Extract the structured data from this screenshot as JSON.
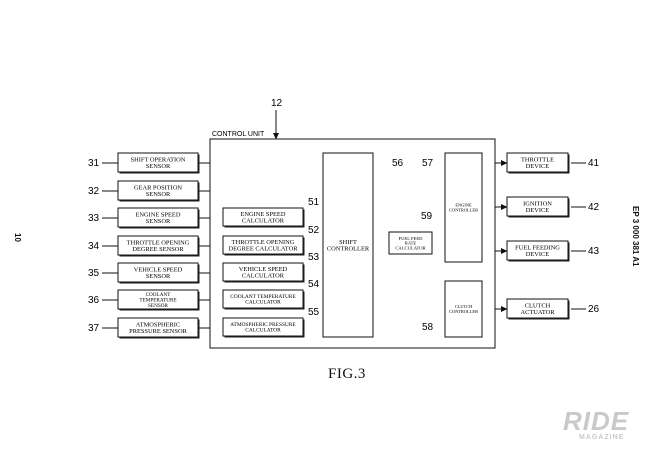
{
  "control_unit": {
    "ref": "12",
    "label": "CONTROL UNIT"
  },
  "sensors": [
    {
      "ref": "31",
      "lines": [
        "SHIFT OPERATION",
        "SENSOR"
      ]
    },
    {
      "ref": "32",
      "lines": [
        "GEAR POSITION",
        "SENSOR"
      ]
    },
    {
      "ref": "33",
      "lines": [
        "ENGINE SPEED",
        "SENSOR"
      ]
    },
    {
      "ref": "34",
      "lines": [
        "THROTTLE OPENING",
        "DEGREE SENSOR"
      ]
    },
    {
      "ref": "35",
      "lines": [
        "VEHICLE SPEED",
        "SENSOR"
      ]
    },
    {
      "ref": "36",
      "lines": [
        "COOLANT",
        "TEMPERATURE",
        "SENSOR"
      ]
    },
    {
      "ref": "37",
      "lines": [
        "ATMOSPHERIC",
        "PRESSURE SENSOR"
      ]
    }
  ],
  "calculators": [
    {
      "ref": "51",
      "lines": [
        "ENGINE SPEED",
        "CALCULATOR"
      ]
    },
    {
      "ref": "52",
      "lines": [
        "THROTTLE OPENING",
        "DEGREE CALCULATOR"
      ]
    },
    {
      "ref": "53",
      "lines": [
        "VEHICLE SPEED",
        "CALCULATOR"
      ]
    },
    {
      "ref": "54",
      "lines": [
        "COOLANT TEMPERATURE",
        "CALCULATOR"
      ]
    },
    {
      "ref": "55",
      "lines": [
        "ATMOSPHERIC PRESSURE",
        "CALCULATOR"
      ]
    }
  ],
  "shift_controller": {
    "ref": "56",
    "lines": [
      "SHIFT",
      "CONTROLLER"
    ]
  },
  "engine_controller": {
    "ref": "57",
    "lines": [
      "ENGINE",
      "CONTROLLER"
    ]
  },
  "fuel_calculator": {
    "ref": "59",
    "lines": [
      "FUEL FEED",
      "RATE",
      "CALCULATOR"
    ]
  },
  "clutch_controller": {
    "ref": "58",
    "lines": [
      "CLUTCH",
      "CONTROLLER"
    ]
  },
  "outputs": [
    {
      "ref": "41",
      "lines": [
        "THROTTLE",
        "DEVICE"
      ]
    },
    {
      "ref": "42",
      "lines": [
        "IGNITION",
        "DEVICE"
      ]
    },
    {
      "ref": "43",
      "lines": [
        "FUEL FEEDING",
        "DEVICE"
      ]
    },
    {
      "ref": "26",
      "lines": [
        "CLUTCH",
        "ACTUATOR"
      ]
    }
  ],
  "figure_label": "FIG.3",
  "page_number": "10",
  "patent_number": "EP 3 000 381 A1",
  "watermark": {
    "brand": "RIDE",
    "sub": "MAGAZINE"
  }
}
